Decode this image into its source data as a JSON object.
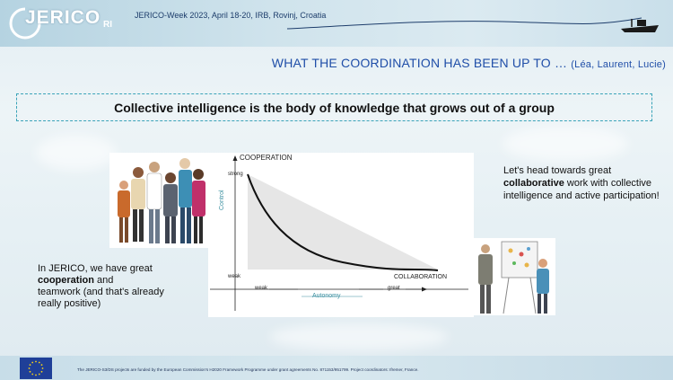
{
  "header": {
    "logo_text": "JERICO",
    "logo_suffix": "RI",
    "event": "JERICO-Week 2023, April 18-20, IRB, Rovinj, Croatia"
  },
  "slide": {
    "title": "WHAT THE COORDINATION HAS BEEN UP TO … ",
    "title_names": "(Léa, Laurent, Lucie)",
    "banner": "Collective intelligence is the body of knowledge that grows out of a group"
  },
  "diagram": {
    "y_axis_title": "COOPERATION",
    "y_axis_label": "Control",
    "y_high": "strong",
    "y_low": "weak",
    "x_axis_label": "Autonomy",
    "x_low": "weak",
    "x_high": "great",
    "x_end_label": "COLLABORATION",
    "colors": {
      "curve": "#111111",
      "fill": "#e6e6e6",
      "teal": "#3a8fa0"
    }
  },
  "left_text": {
    "line1": "In JERICO, we have great",
    "bold": "cooperation",
    "line2": " and",
    "line3": "teamwork (and that's already really positive)"
  },
  "right_text": {
    "line1": "Let's head towards great",
    "bold": "collaborative",
    "line2": " work with collective intelligence and active participation!"
  },
  "footer": {
    "text": "The JERICO-S3/DS projects are funded by the European Commission's H2020 Framework Programme under grant agreements No. 871153/951799. Project coordinators: Ifremer, France."
  }
}
